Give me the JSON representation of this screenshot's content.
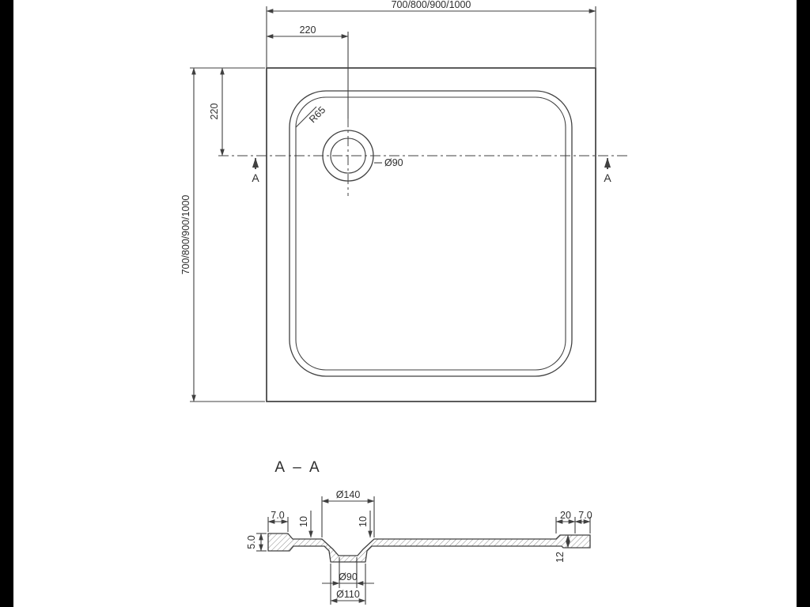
{
  "colors": {
    "line": "#404040",
    "text": "#2e2e2e",
    "letterbox": "#000000",
    "background": "#ffffff"
  },
  "top_view": {
    "width_dim": "700/800/900/1000",
    "height_dim": "700/800/900/1000",
    "drain_offset_x_dim": "220",
    "drain_offset_y_dim": "220",
    "corner_radius_dim": "R65",
    "drain_diameter_dim": "Ø90",
    "section_marker_left": "A",
    "section_marker_right": "A"
  },
  "section_view": {
    "title": "A – A",
    "funnel_top_diameter_dim": "Ø140",
    "left_lip_width_dim": "7.0",
    "left_flat_dim": "10",
    "right_flat_dim": "10",
    "right_step_dim": "20",
    "right_lip_width_dim": "7.0",
    "left_edge_height_dim": "5.0",
    "right_edge_height_dim": "12",
    "drain_hole_diameter_dim": "Ø90",
    "drain_recess_diameter_dim": "Ø110"
  }
}
